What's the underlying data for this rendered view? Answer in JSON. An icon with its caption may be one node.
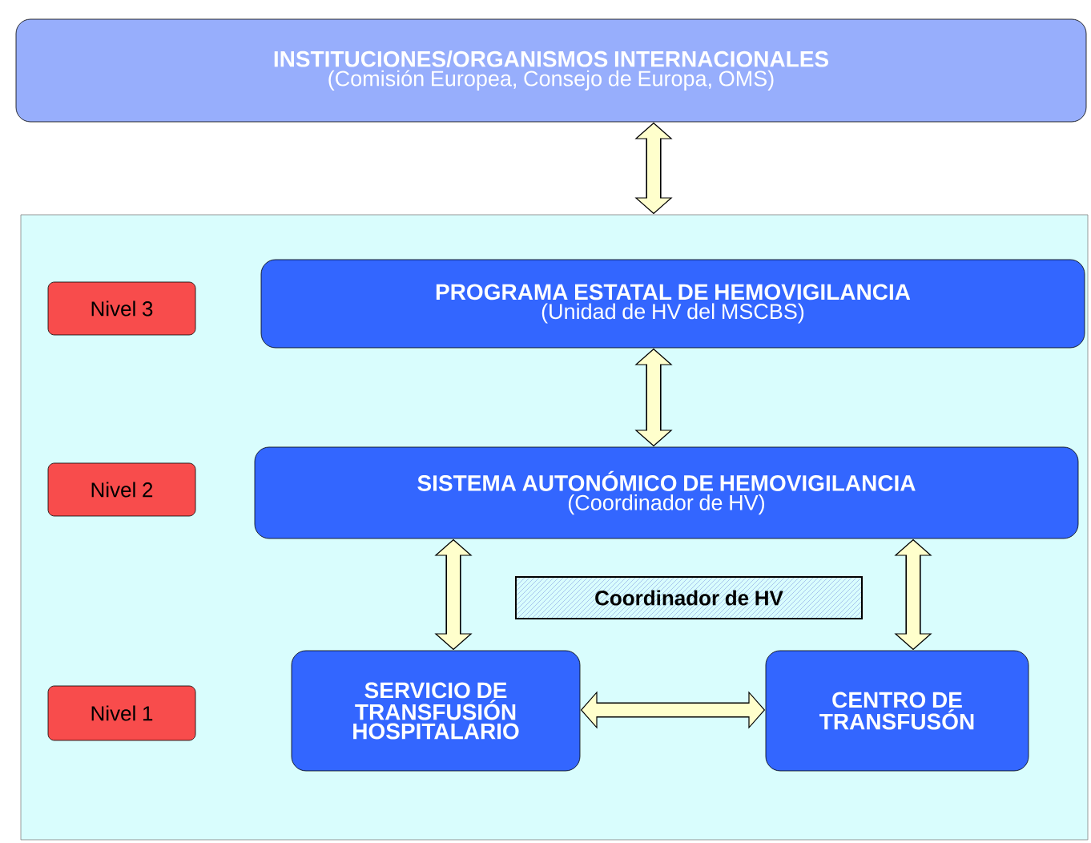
{
  "diagram": {
    "nodes": [
      {
        "text": [
          "INSTITUCIONES/ORGANISMOS INTERNACIONALES",
          "(Comisión Europea, Consejo de Europa, OMS)"
        ]
      },
      {
        "text": [],
        "shape": "box"
      },
      {
        "text": [
          "Nivel 3"
        ],
        "in": 1
      },
      {
        "text": [
          "PROGRAMA ESTATAL DE HEMOVIGILANCIA",
          "(Unidad de HV del MSCBS)"
        ],
        "in": 1
      },
      {
        "text": [
          "Nivel 2"
        ],
        "in": 1
      },
      {
        "text": [
          "SISTEMA AUTONÓMICO DE HEMOVIGILANCIA",
          "(Coordinador de HV)"
        ],
        "in": 1
      },
      {
        "text": [
          "Coordinador de HV"
        ],
        "in": 1
      },
      {
        "text": [
          "Nivel 1"
        ],
        "in": 1
      },
      {
        "text": [
          "SERVICIO DE TRANSFUSIÓN HOSPITALARIO"
        ],
        "in": 1
      },
      {
        "text": [
          "CENTRO DE TRANSFUSÓN"
        ],
        "in": 1
      }
    ],
    "edges": [
      {
        "from": 0,
        "to": 1,
        "arrow": "both"
      },
      {
        "from": 3,
        "to": 5,
        "arrow": "both"
      },
      {
        "from": 5,
        "to": 8,
        "arrow": "both"
      },
      {
        "from": 5,
        "to": 9,
        "arrow": "both"
      },
      {
        "from": 8,
        "to": 9,
        "arrow": "both"
      }
    ]
  }
}
